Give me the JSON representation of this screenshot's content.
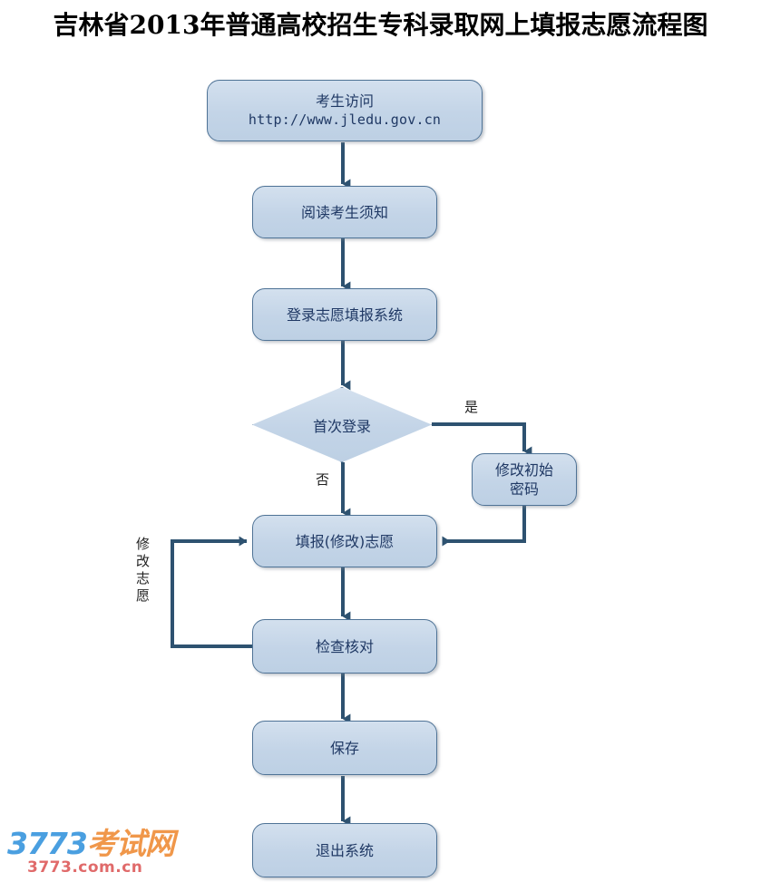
{
  "title": "吉林省2013年普通高校招生专科录取网上填报志愿流程图",
  "flowchart": {
    "type": "flowchart",
    "nodes": [
      {
        "id": "visit",
        "shape": "process",
        "text_line1": "考生访问",
        "text_line2": "http://www.jledu.gov.cn"
      },
      {
        "id": "read",
        "shape": "process",
        "text_line1": "阅读考生须知"
      },
      {
        "id": "login",
        "shape": "process",
        "text_line1": "登录志愿填报系统"
      },
      {
        "id": "first",
        "shape": "decision",
        "text_line1": "首次登录"
      },
      {
        "id": "passwd",
        "shape": "process",
        "text_line1": "修改初始",
        "text_line2": "密码"
      },
      {
        "id": "fill",
        "shape": "process",
        "text_line1": "填报(修改)志愿"
      },
      {
        "id": "check",
        "shape": "process",
        "text_line1": "检查核对"
      },
      {
        "id": "save",
        "shape": "process",
        "text_line1": "保存"
      },
      {
        "id": "exit",
        "shape": "process",
        "text_line1": "退出系统"
      }
    ],
    "edge_labels": {
      "yes": "是",
      "no": "否",
      "modify_wish": "修改志愿"
    },
    "colors": {
      "node_fill_top": "#d3e0ee",
      "node_fill_bottom": "#bdd0e4",
      "node_border": "#4f7396",
      "node_text": "#1f3864",
      "connector": "#2e5270",
      "background": "#ffffff",
      "title_text": "#000000"
    }
  },
  "watermark": {
    "brand_number": "3773",
    "brand_cn": "考试网",
    "domain": "3773.com.cn",
    "number_color": "#4a9fe0",
    "cn_color": "#f0974a",
    "domain_color": "#e06a6a"
  }
}
